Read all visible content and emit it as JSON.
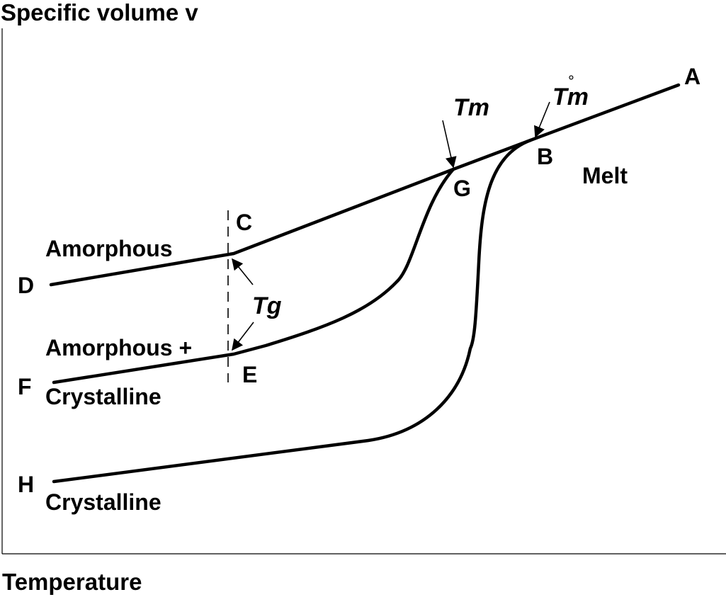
{
  "axes": {
    "y_label": "Specific volume v",
    "x_label": "Temperature"
  },
  "points": {
    "A": "A",
    "B": "B",
    "C": "C",
    "D": "D",
    "E": "E",
    "F": "F",
    "G": "G",
    "H": "H"
  },
  "regions": {
    "melt": "Melt",
    "amorphous": "Amorphous",
    "amorphous_plus": "Amorphous +",
    "crystalline_mixed": "Crystalline",
    "crystalline": "Crystalline"
  },
  "annotations": {
    "tm_g": "Tm",
    "tm_b": "Tm",
    "tm_b_superscript": "°",
    "tg": "Tg"
  }
}
